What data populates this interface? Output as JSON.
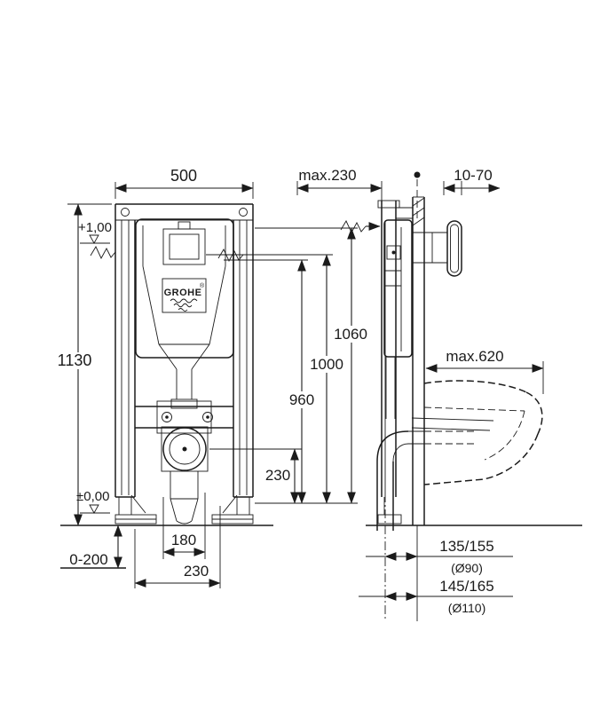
{
  "brand": {
    "name": "GROHE",
    "registered": "®"
  },
  "front_view": {
    "width_top": "500",
    "height_overall": "1130",
    "level_upper": "+1,00",
    "level_floor": "±0,00",
    "foot_adjustment": "0-200",
    "outlet_offset": "180",
    "outlet_spacing": "230",
    "outlet_center_height": "230",
    "height_960": "960",
    "height_1000": "1000",
    "height_1060": "1060"
  },
  "side_view": {
    "frame_depth": "max.230",
    "actuation_range": "10-70",
    "bowl_projection": "max.620",
    "drain_offset_90": "135/155",
    "drain_dia_90": "(Ø90)",
    "drain_offset_110": "145/165",
    "drain_dia_110": "(Ø110)"
  }
}
